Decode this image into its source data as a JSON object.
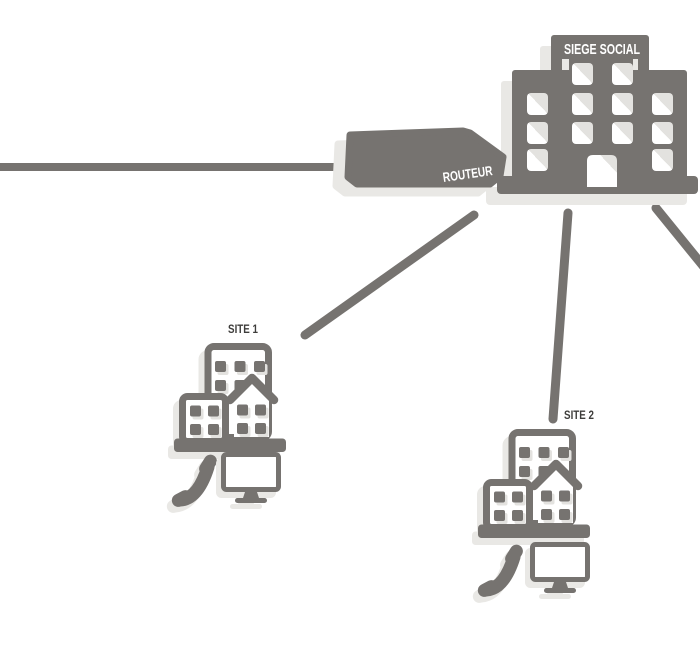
{
  "diagram": {
    "headquarters": {
      "label": "SIEGE SOCIAL",
      "icon": "hq-building-icon"
    },
    "router": {
      "label": "ROUTEUR",
      "icon": "router-icon"
    },
    "sites": [
      {
        "label": "SITE 1",
        "icons": [
          "site-building-icon",
          "phone-handset-icon",
          "monitor-icon"
        ]
      },
      {
        "label": "SITE 2",
        "icons": [
          "site-building-icon",
          "phone-handset-icon",
          "monitor-icon"
        ]
      }
    ],
    "links": [
      {
        "from": "wan-left-edge",
        "to": "router"
      },
      {
        "from": "headquarters",
        "to": "site-1"
      },
      {
        "from": "headquarters",
        "to": "site-2"
      },
      {
        "from": "headquarters",
        "to": "offscreen-right"
      }
    ],
    "colors": {
      "primary_gray": "#767370",
      "shadow_gray": "#e9e8e5",
      "window_shade": "#e3e2df",
      "label_dark": "#3e3d3b",
      "background": "#ffffff"
    }
  }
}
